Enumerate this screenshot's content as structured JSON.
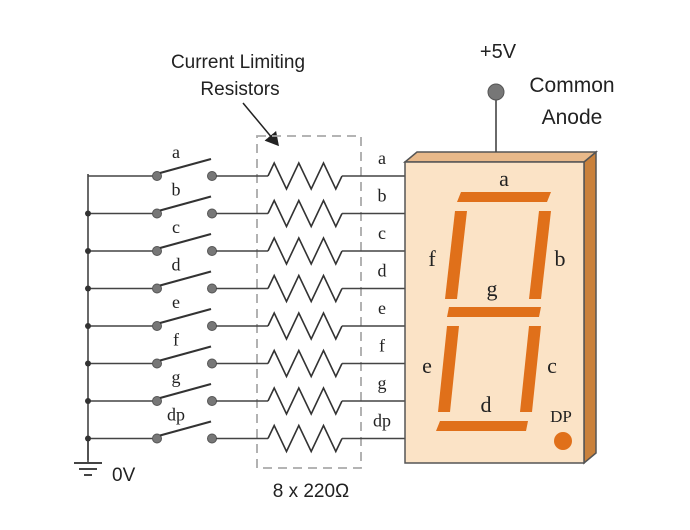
{
  "labels": {
    "resistor_caption": [
      "Current Limiting",
      "Resistors"
    ],
    "supply": "+5V",
    "common_anode": [
      "Common",
      "Anode"
    ],
    "ground": "0V",
    "resistor_value": "8 x 220Ω",
    "decimal_point": "DP"
  },
  "channels": [
    "a",
    "b",
    "c",
    "d",
    "e",
    "f",
    "g",
    "dp"
  ],
  "segments": [
    "a",
    "b",
    "c",
    "d",
    "e",
    "f",
    "g"
  ],
  "colors": {
    "segment": "#e0701a",
    "display_face": "#fbe3c6",
    "display_border": "#555555",
    "display_side": "#c9813c",
    "dashed_box": "#aaaaaa",
    "node": "#777777"
  },
  "icons": {
    "ground": "ground-symbol",
    "supply_terminal": "terminal-node",
    "switch": "spst-switch",
    "resistor": "zigzag-resistor",
    "arrow": "pointer-arrow"
  }
}
